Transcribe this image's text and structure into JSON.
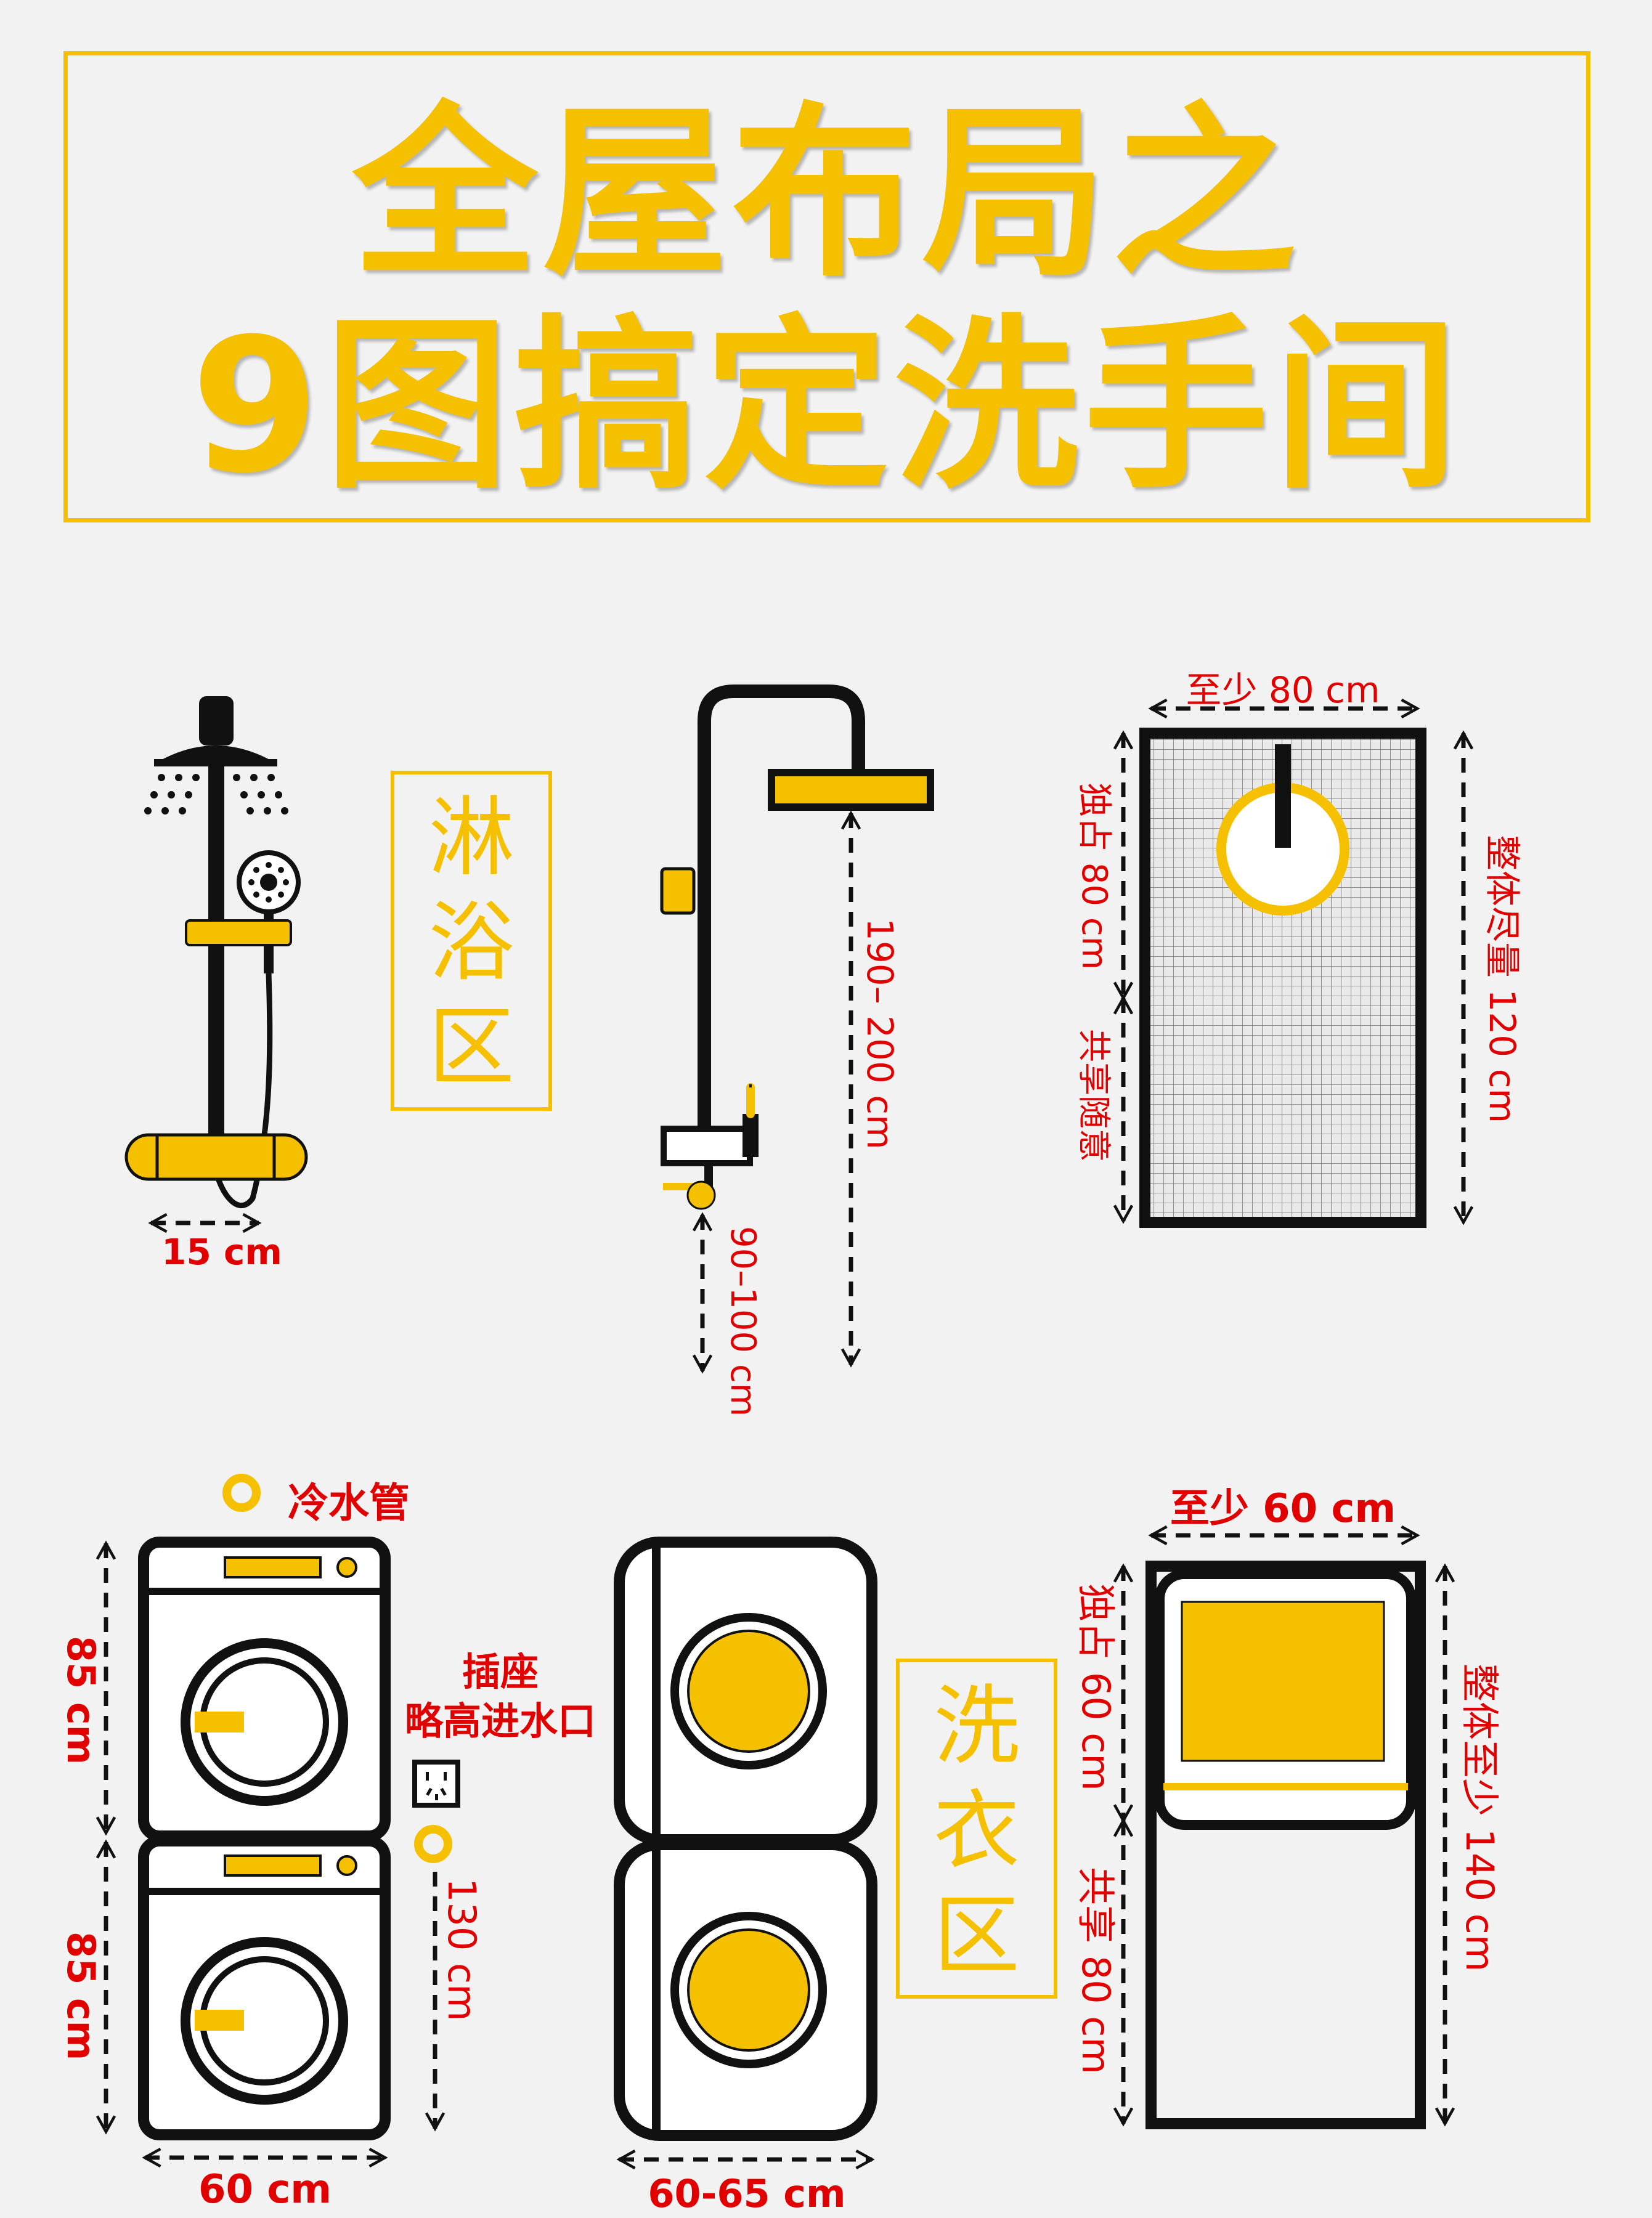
{
  "title": {
    "line1": "全屋布局之",
    "line2": "9图搞定洗手间"
  },
  "shower_zone": {
    "label_chars": [
      "淋",
      "浴",
      "区"
    ],
    "mixer_width": "15 cm",
    "shower_head_height": "190– 200 cm",
    "mixer_height": "90–100 cm",
    "width_label": "至少 80 cm",
    "exclusive_label": "独占 80 cm",
    "shared_label": "共享随意",
    "total_label": "整体尽量 120 cm"
  },
  "laundry_zone": {
    "label_chars": [
      "洗",
      "衣",
      "区"
    ],
    "cold_water_label": "冷水管",
    "upper_height": "85 cm",
    "lower_height": "85 cm",
    "stack_width": "60 cm",
    "socket_label1": "插座",
    "socket_label2": "略高进水口",
    "inlet_height": "130 cm",
    "side_width": "60-65 cm",
    "width_label": "至少 60 cm",
    "exclusive_label": "独占 60 cm",
    "shared_label": "共享 80 cm",
    "total_label": "整体至少 140 cm"
  },
  "colors": {
    "accent": "#f5c000",
    "dimension_text": "#e00000",
    "line": "#111111",
    "background": "#f2f2f2"
  }
}
